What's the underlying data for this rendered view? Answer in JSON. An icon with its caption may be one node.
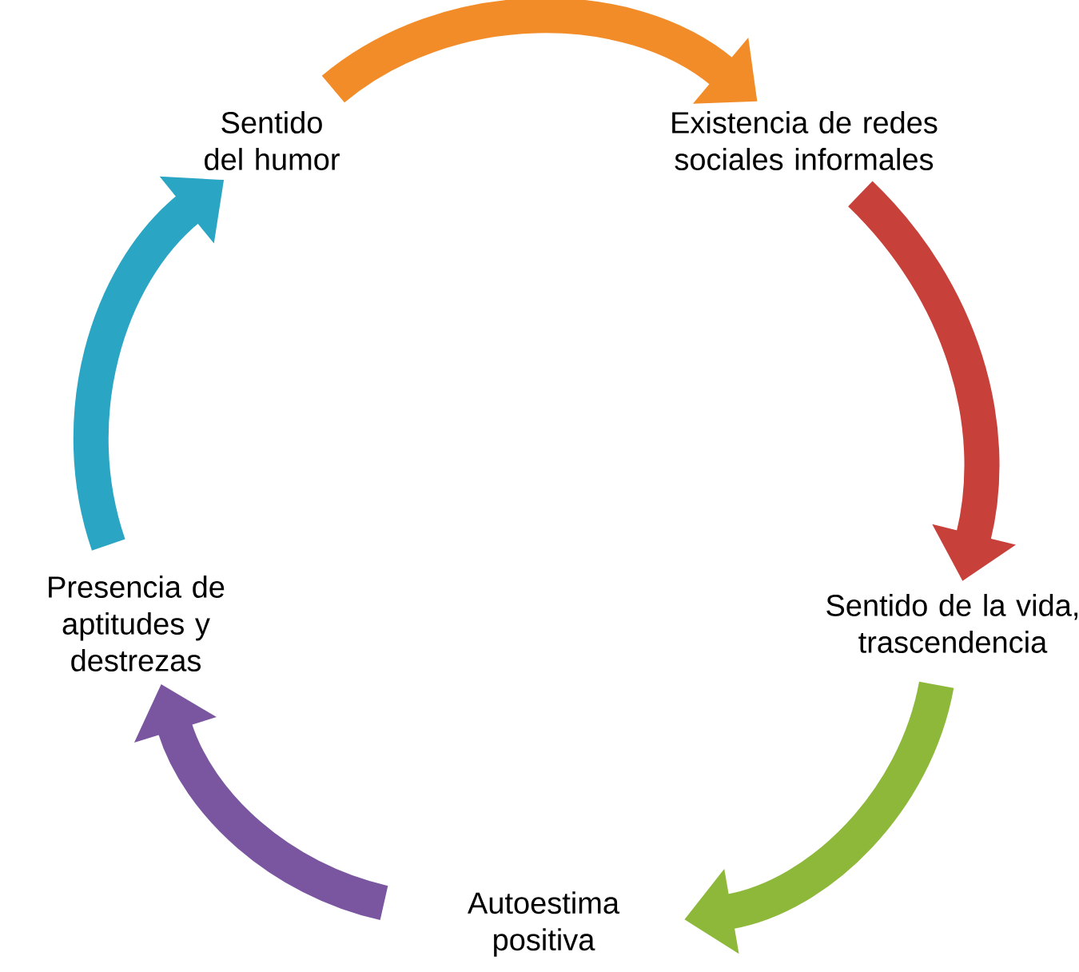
{
  "diagram": {
    "nodes": [
      {
        "text": [
          "Sentido del humor"
        ]
      },
      {
        "text": [
          "Existencia de redes sociales informales"
        ]
      },
      {
        "text": [
          "Sentido de la vida, trascendencia"
        ]
      },
      {
        "text": [
          "Autoestima positiva"
        ]
      },
      {
        "text": [
          "Presencia de aptitudes y destrezas"
        ]
      }
    ],
    "edges": [
      {
        "from": 0,
        "to": 1,
        "arrow": "to",
        "color": "#f28c28"
      },
      {
        "from": 1,
        "to": 2,
        "arrow": "to",
        "color": "#c8403a"
      },
      {
        "from": 2,
        "to": 3,
        "arrow": "to",
        "color": "#8db83a"
      },
      {
        "from": 3,
        "to": 4,
        "arrow": "to",
        "color": "#7a56a0"
      },
      {
        "from": 4,
        "to": 0,
        "arrow": "to",
        "color": "#2aa6c4"
      }
    ]
  }
}
